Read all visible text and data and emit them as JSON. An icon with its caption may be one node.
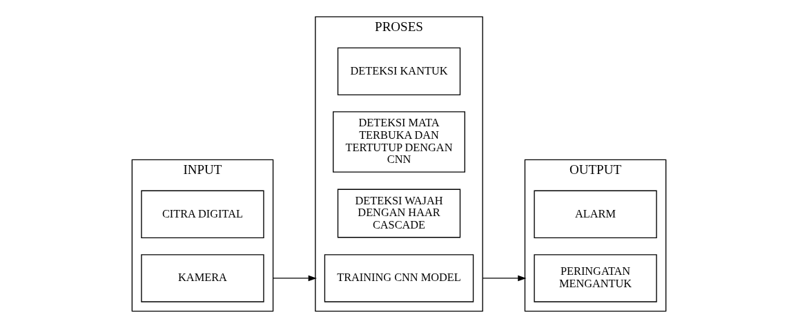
{
  "diagram": {
    "nodes": [
      {
        "text": [
          "INPUT"
        ]
      },
      {
        "text": [
          "KAMERA"
        ],
        "in": 0
      },
      {
        "text": [
          "CITRA DIGITAL"
        ],
        "in": 0
      },
      {
        "text": [
          "PROSES"
        ]
      },
      {
        "text": [
          "TRAINING CNN MODEL"
        ],
        "in": 3
      },
      {
        "text": [
          "DETEKSI WAJAH DENGAN HAAR CASCADE"
        ],
        "in": 3
      },
      {
        "text": [
          "DETEKSI MATA TERBUKA DAN TERTUTUP DENGAN CNN"
        ],
        "in": 3
      },
      {
        "text": [
          "DETEKSI KANTUK"
        ],
        "in": 3
      },
      {
        "text": [
          "OUTPUT"
        ]
      },
      {
        "text": [
          "PERINGATAN MENGANTUK"
        ],
        "in": 8
      },
      {
        "text": [
          "ALARM"
        ],
        "in": 8
      }
    ],
    "edges": [
      {
        "from": 0,
        "to": 3,
        "arrow": "to"
      },
      {
        "from": 3,
        "to": 8,
        "arrow": "to"
      }
    ]
  }
}
